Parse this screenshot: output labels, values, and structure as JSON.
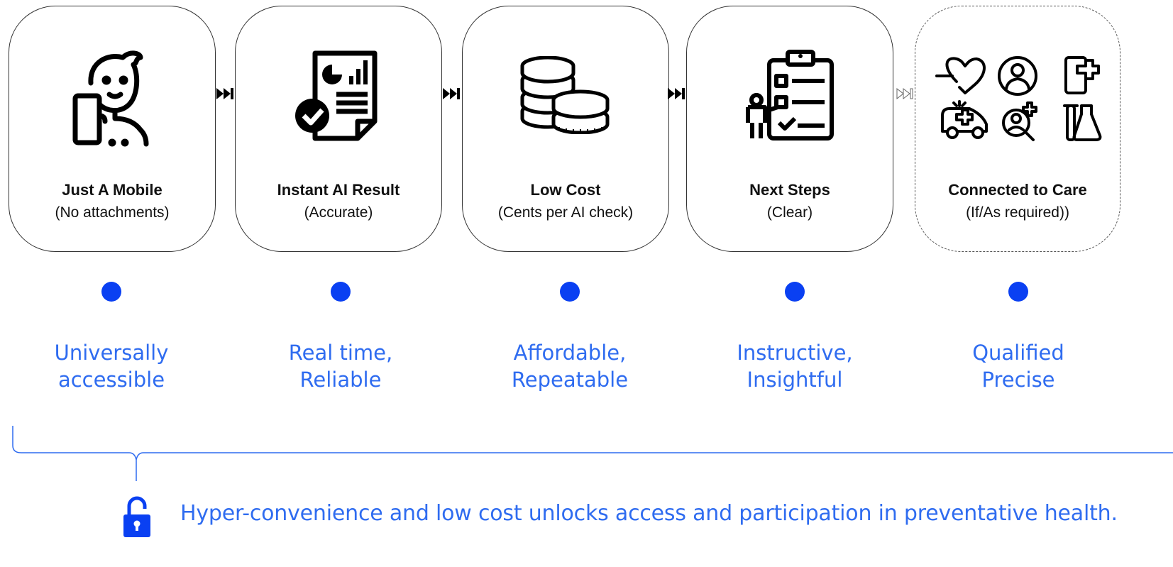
{
  "steps": [
    {
      "title": "Just A Mobile",
      "subtitle": "(No attachments)",
      "icon": "person-with-phone-icon",
      "benefit_line1": "Universally",
      "benefit_line2": "accessible"
    },
    {
      "title": "Instant AI Result",
      "subtitle": "(Accurate)",
      "icon": "report-check-icon",
      "benefit_line1": "Real time,",
      "benefit_line2": "Reliable"
    },
    {
      "title": "Low Cost",
      "subtitle": "(Cents per AI check)",
      "icon": "coins-icon",
      "benefit_line1": "Affordable,",
      "benefit_line2": "Repeatable"
    },
    {
      "title": "Next Steps",
      "subtitle": "(Clear)",
      "icon": "clipboard-checklist-icon",
      "benefit_line1": "Instructive,",
      "benefit_line2": "Insightful"
    },
    {
      "title": "Connected to Care",
      "subtitle": "(If/As required))",
      "icon": "healthcare-icons-grid",
      "benefit_line1": "Qualified",
      "benefit_line2": "Precise"
    }
  ],
  "tagline": "Hyper-convenience and low cost unlocks access and participation in preventative health.",
  "colors": {
    "accent_blue": "#2f6cf0",
    "dot_blue": "#0a40f2",
    "outline": "#333333"
  }
}
